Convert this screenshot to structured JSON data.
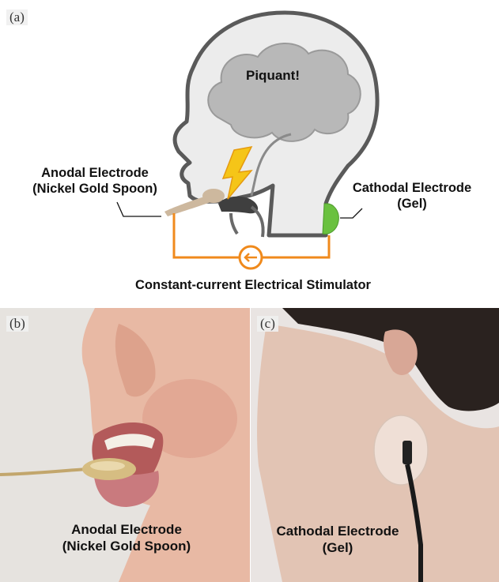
{
  "panel_a": {
    "label": "(a)",
    "thought_text": "Piquant!",
    "anode_line1": "Anodal Electrode",
    "anode_line2": "(Nickel Gold Spoon)",
    "cathode_line1": "Cathodal Electrode",
    "cathode_line2": "(Gel)",
    "stimulator_label": "Constant-current Electrical Stimulator"
  },
  "panel_b": {
    "label": "(b)",
    "caption_line1": "Anodal Electrode",
    "caption_line2": "(Nickel Gold Spoon)"
  },
  "panel_c": {
    "label": "(c)",
    "caption_line1": "Cathodal Electrode",
    "caption_line2": "(Gel)"
  },
  "colors": {
    "head_outline": "#5a5a5a",
    "head_fill": "#ececec",
    "brain_fill": "#b8b8b8",
    "circuit": "#f08a1c",
    "lightning": "#f5c518",
    "gel": "#6ac13f",
    "spoon": "#cdb89e"
  }
}
